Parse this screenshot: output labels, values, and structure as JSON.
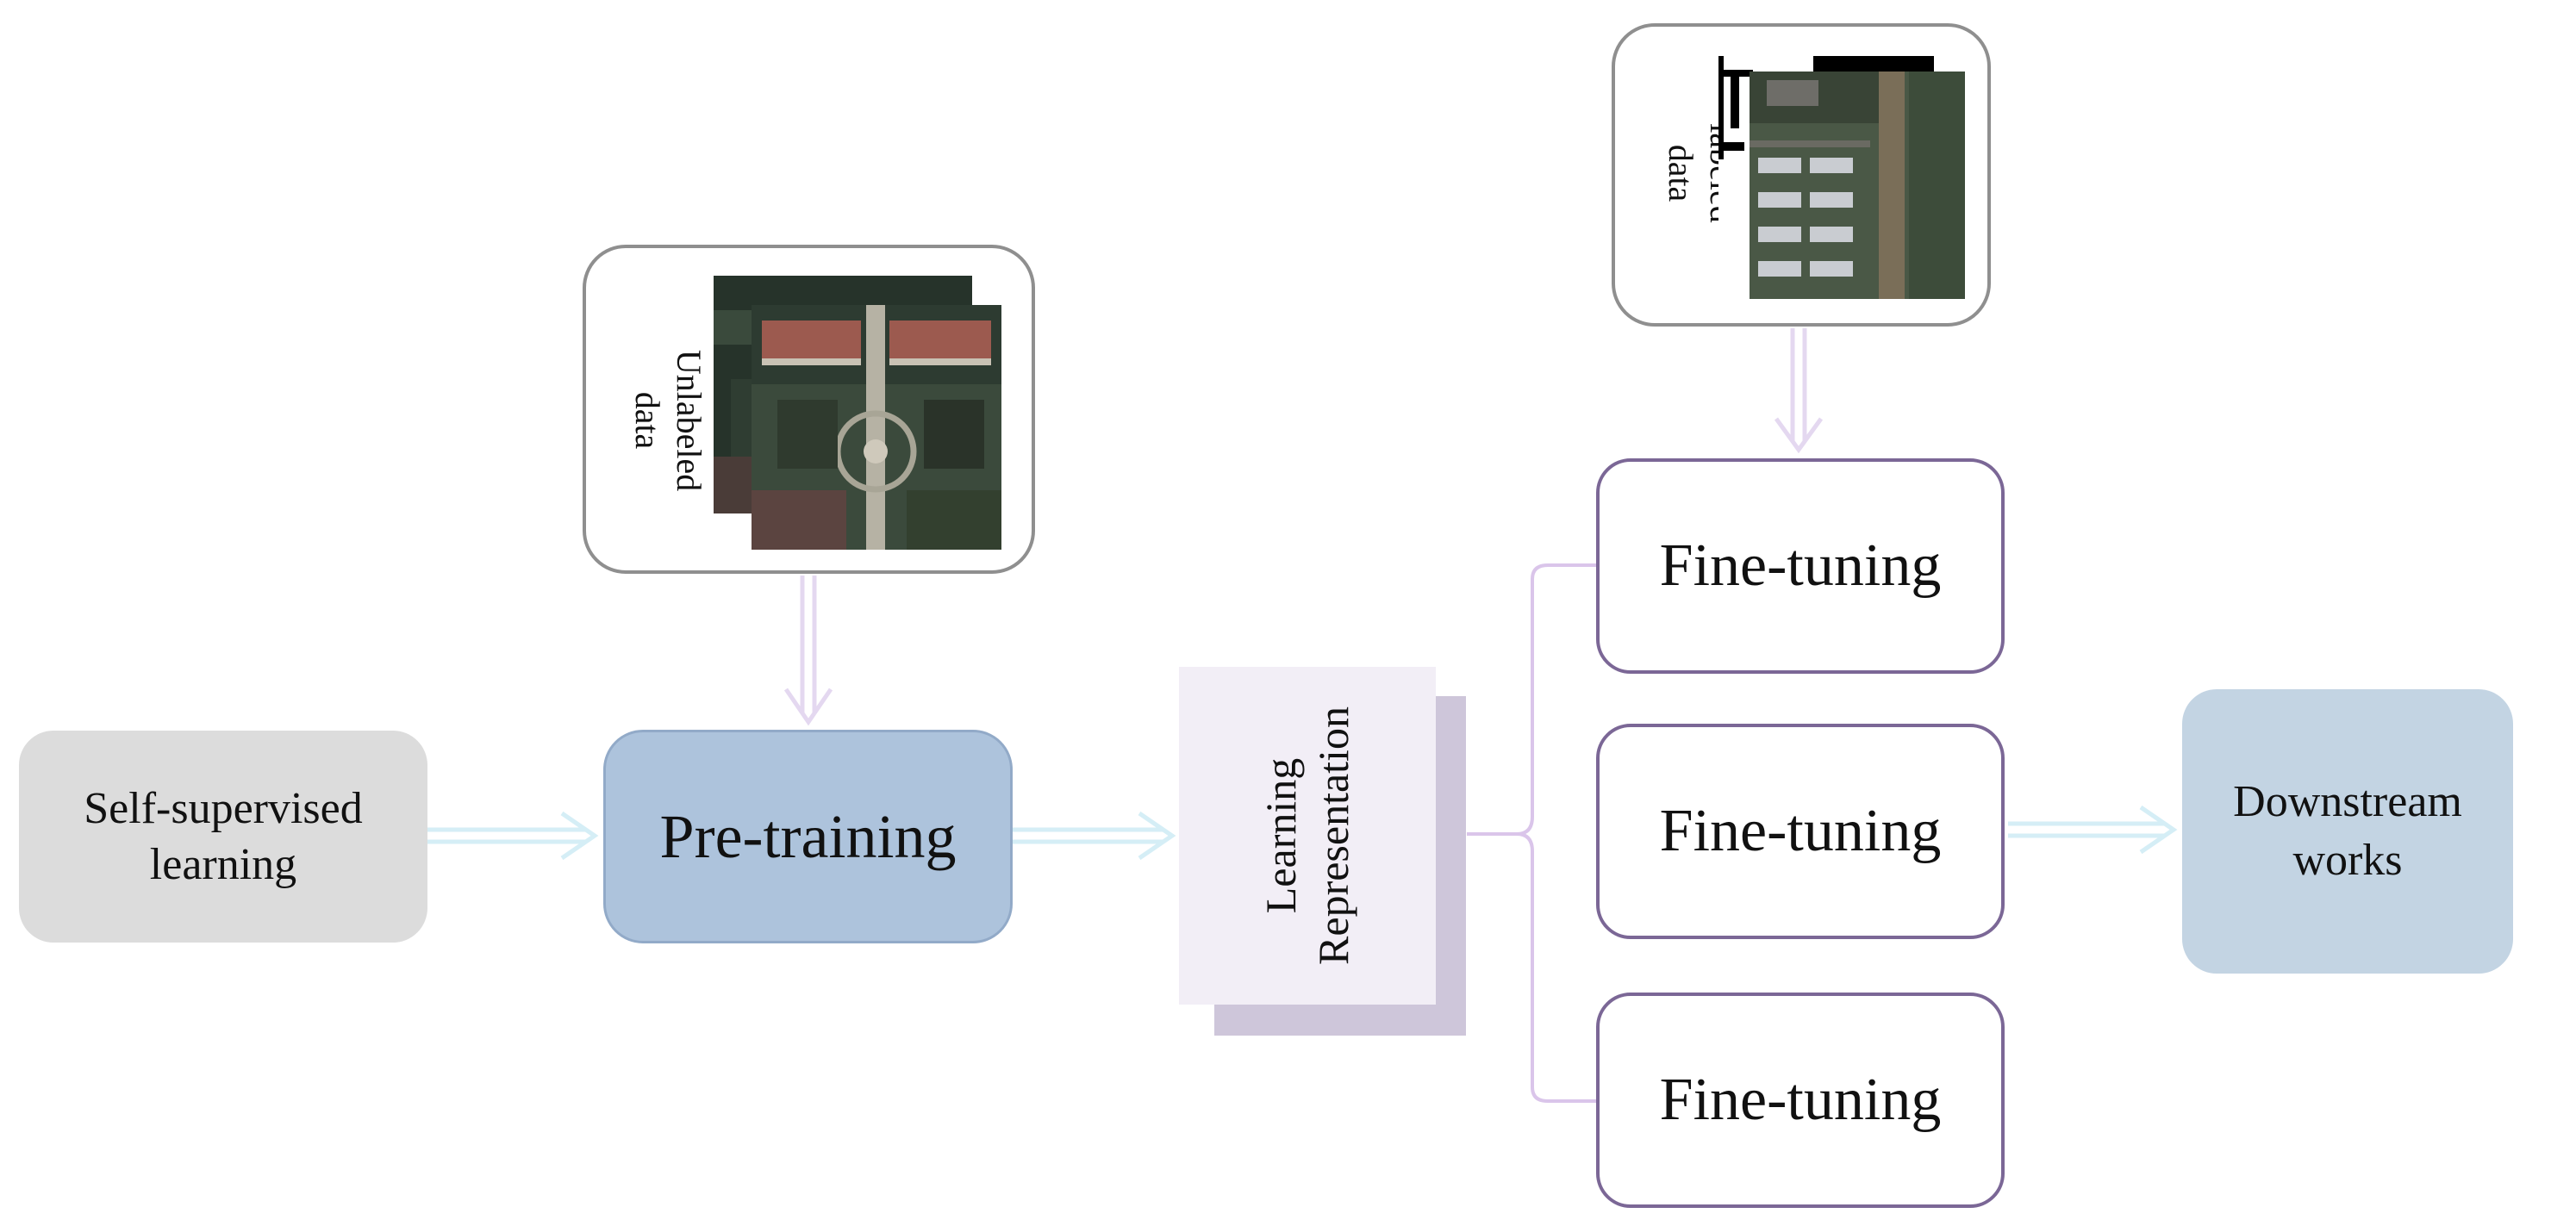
{
  "nodes": {
    "self_supervised": "Self-supervised\nlearning",
    "pre_training": "Pre-training",
    "learning_representation": "Learning\nRepresentation",
    "fine_tuning_1": "Fine-tuning",
    "fine_tuning_2": "Fine-tuning",
    "fine_tuning_3": "Fine-tuning",
    "downstream": "Downstream\nworks"
  },
  "inputs": {
    "unlabeled_label": "Unlabeled\ndata",
    "labeled_label": "labeled\ndata"
  },
  "colors": {
    "self_supervised_fill": "#dcdcdc",
    "pre_training_fill": "#adc3dc",
    "representation_fill": "#f2eef6",
    "representation_shadow": "#cec6da",
    "fine_tuning_border": "#7b6796",
    "downstream_fill": "#c3d4e3",
    "arrow_horizontal": "#d5eef6",
    "arrow_vertical": "#e4d8f0"
  }
}
